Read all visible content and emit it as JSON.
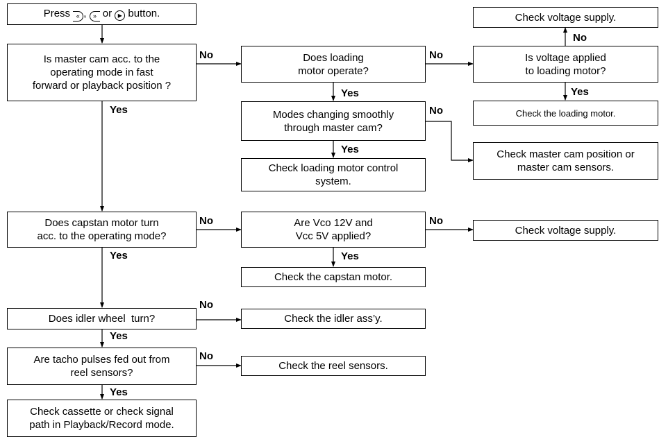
{
  "start": {
    "pre": "Press",
    "rew_icon": "rewind-icon",
    "comma": ",",
    "ff_icon": "fast-forward-icon",
    "or": "or",
    "play_icon": "play-icon",
    "post": "button."
  },
  "boxes": {
    "q_master_cam": [
      "Is master cam acc. to the",
      "operating mode in fast",
      "forward or playback position ?"
    ],
    "q_loading_motor": [
      "Does loading",
      "motor operate?"
    ],
    "q_voltage_loading": [
      "Is voltage applied",
      "to loading motor?"
    ],
    "a_check_voltage_top": [
      "Check voltage supply."
    ],
    "a_check_loading_motor": [
      "Check the loading motor."
    ],
    "q_modes_changing": [
      "Modes changing smoothly",
      "through master cam?"
    ],
    "a_check_master_cam": [
      "Check master cam position or",
      "master cam sensors."
    ],
    "a_check_loading_control": [
      "Check loading motor control",
      "system."
    ],
    "q_capstan": [
      "Does capstan motor turn",
      "acc. to the operating mode?"
    ],
    "q_vco": [
      "Are Vco 12V and",
      "Vcc 5V applied?"
    ],
    "a_check_voltage_mid": [
      "Check voltage supply."
    ],
    "a_check_capstan": [
      "Check the capstan motor."
    ],
    "q_idler": [
      "Does idler wheel  turn?"
    ],
    "a_check_idler": [
      "Check the idler ass’y."
    ],
    "q_tacho": [
      "Are tacho pulses fed out from",
      "reel sensors?"
    ],
    "a_check_reel": [
      "Check the reel sensors."
    ],
    "a_check_cassette": [
      "Check cassette or check signal",
      "path in Playback/Record mode."
    ]
  },
  "labels": {
    "yes": "Yes",
    "no": "No"
  }
}
